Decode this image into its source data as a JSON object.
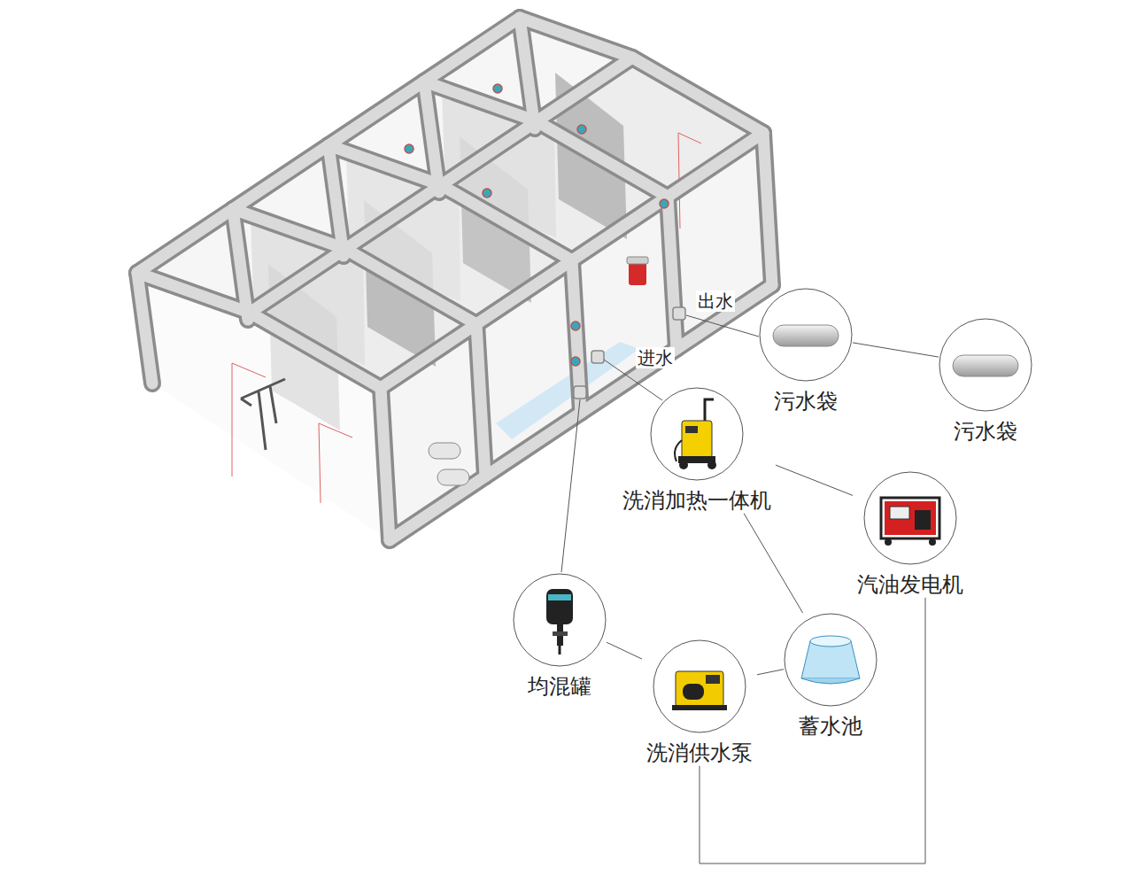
{
  "diagram": {
    "nodes": [
      {
        "text": [
          "污水袋"
        ]
      },
      {
        "text": [
          "污水袋"
        ]
      },
      {
        "text": [
          "洗消加热一体机"
        ]
      },
      {
        "text": [
          "汽油发电机"
        ]
      },
      {
        "text": [
          "均混罐"
        ]
      },
      {
        "text": [
          "蓄水池"
        ]
      },
      {
        "text": [
          "洗消供水泵"
        ]
      }
    ],
    "edges": [
      {
        "from": 0,
        "to": 1,
        "arrow": "none"
      },
      {
        "from": 2,
        "to": 3,
        "arrow": "none"
      },
      {
        "from": 2,
        "to": 5,
        "arrow": "none"
      },
      {
        "from": 4,
        "to": 6,
        "arrow": "none"
      },
      {
        "from": 6,
        "to": 5,
        "arrow": "none"
      },
      {
        "from": 6,
        "to": 3,
        "arrow": "none"
      }
    ],
    "labels": [
      "出水",
      "进水"
    ]
  }
}
